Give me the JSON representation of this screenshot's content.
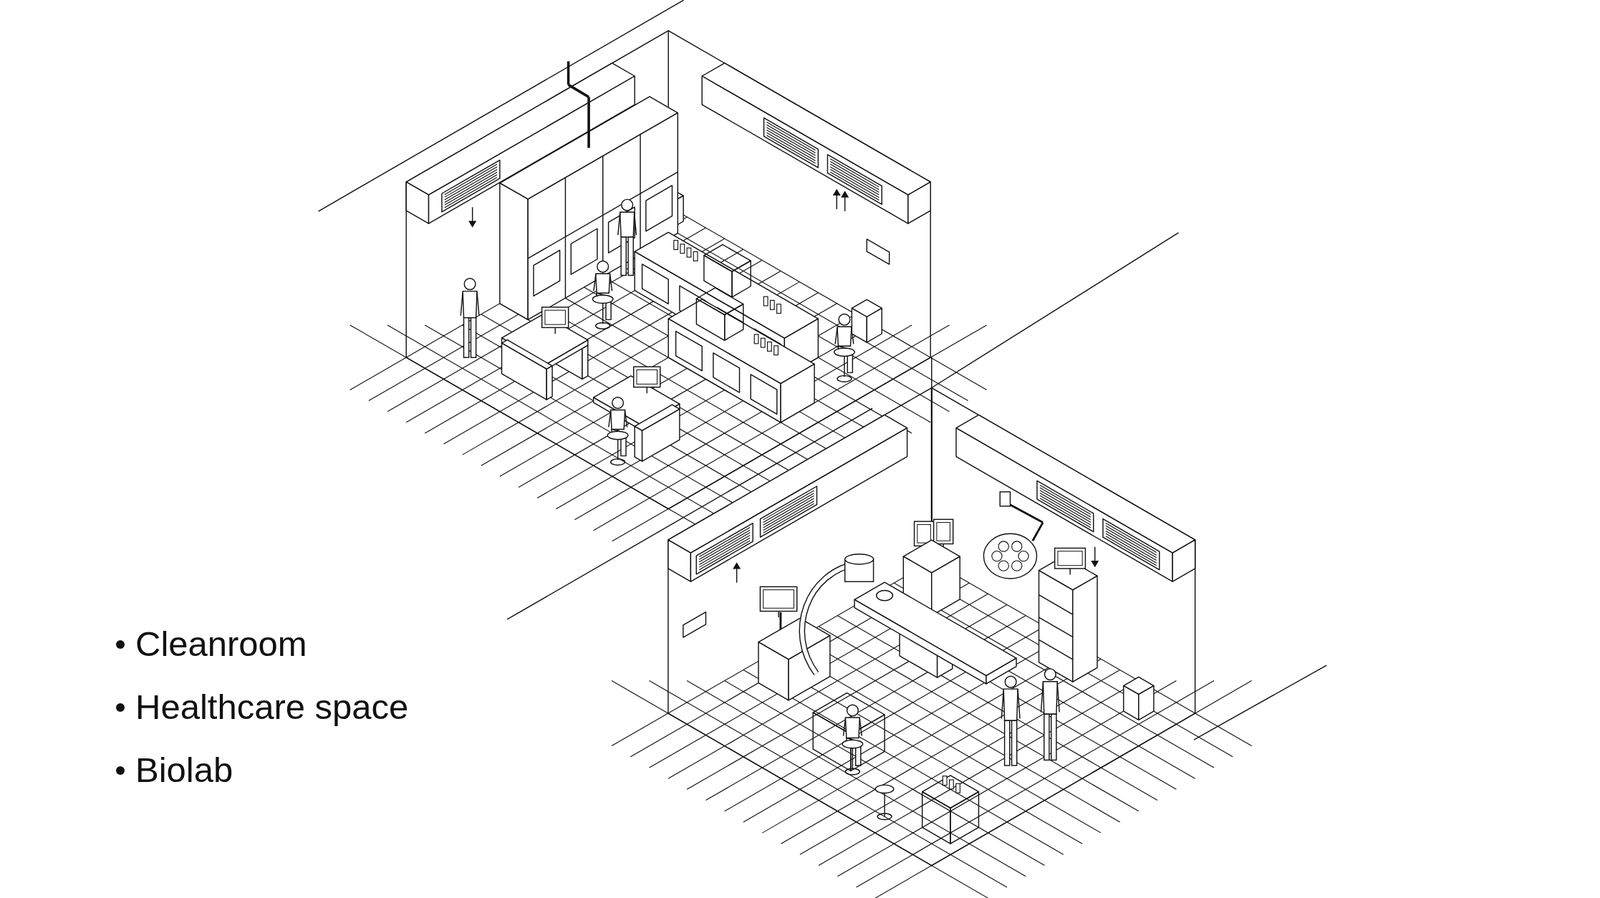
{
  "diagram": {
    "labels": [
      "Cleanroom",
      "Healthcare space",
      "Biolab"
    ]
  }
}
